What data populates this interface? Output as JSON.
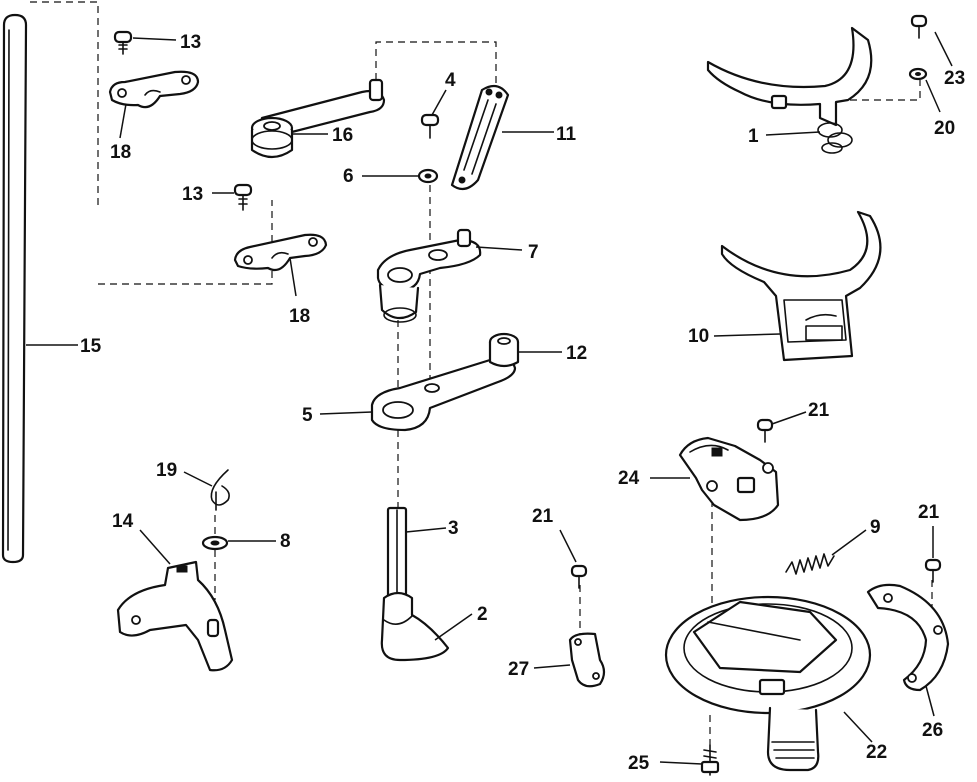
{
  "diagram": {
    "type": "exploded-parts-view",
    "line_color": "#111111",
    "background": "#ffffff",
    "callouts": [
      "1",
      "2",
      "3",
      "4",
      "5",
      "6",
      "7",
      "8",
      "9",
      "10",
      "11",
      "12",
      "13",
      "13",
      "14",
      "15",
      "16",
      "18",
      "18",
      "19",
      "20",
      "21",
      "21",
      "21",
      "22",
      "23",
      "24",
      "25",
      "26",
      "27"
    ],
    "labels": {
      "p1": "1",
      "p2": "2",
      "p3": "3",
      "p4": "4",
      "p5": "5",
      "p6": "6",
      "p7": "7",
      "p8": "8",
      "p9": "9",
      "p10": "10",
      "p11": "11",
      "p12": "12",
      "p13a": "13",
      "p13b": "13",
      "p14": "14",
      "p15": "15",
      "p16": "16",
      "p18a": "18",
      "p18b": "18",
      "p19": "19",
      "p20": "20",
      "p21a": "21",
      "p21b": "21",
      "p21c": "21",
      "p22": "22",
      "p23": "23",
      "p24": "24",
      "p25": "25",
      "p26": "26",
      "p27": "27"
    }
  }
}
